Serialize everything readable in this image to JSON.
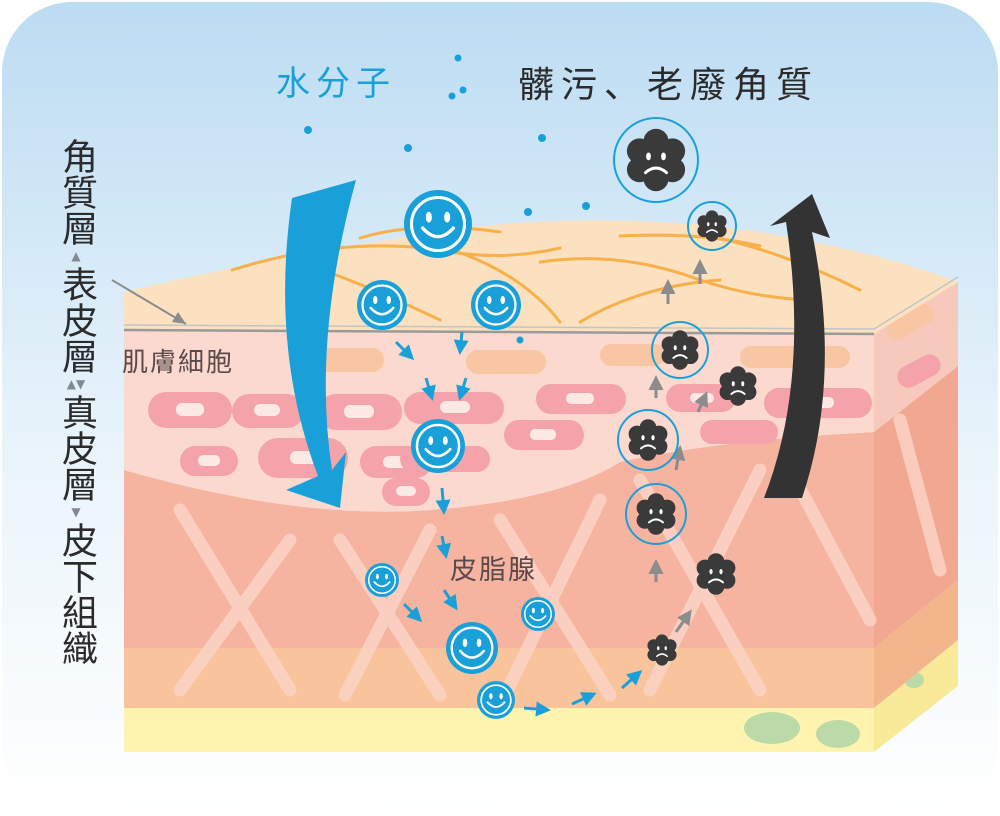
{
  "labels": {
    "water": "水分子",
    "dirt": "髒污、老廢角質",
    "muscle_cell": "肌膚細胞",
    "sebaceous_gland": "皮脂腺"
  },
  "layers": [
    {
      "name": "角質層"
    },
    {
      "name": "表皮層"
    },
    {
      "name": "真皮層"
    },
    {
      "name": "皮下組織"
    }
  ],
  "layer_separators": [
    "▲",
    "▲▼",
    "▼"
  ],
  "icons": {
    "water_molecule": "smiley-face-icon",
    "dirt_particle": "sad-face-icon"
  },
  "colors": {
    "water_blue": "#1aa0d8",
    "dirt_dark": "#3a3a3a",
    "stratum_corneum": "#fbe1c0",
    "epidermis": "#fbd9cf",
    "dermis": "#f6b3a0",
    "subcutaneous": "#fff3b0",
    "background_sky": "#cfe6f6"
  }
}
